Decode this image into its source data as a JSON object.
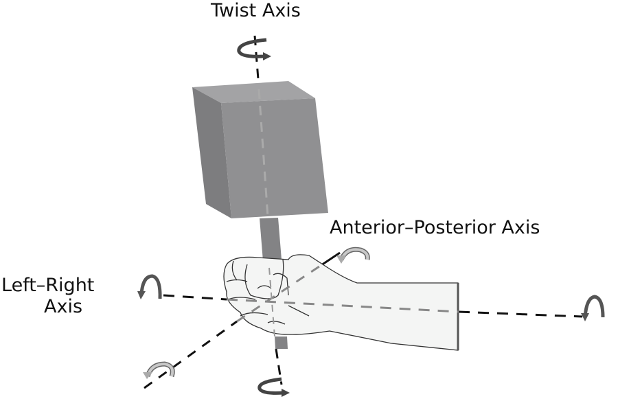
{
  "labels": {
    "twist": "Twist Axis",
    "anterior_posterior": "Anterior–Posterior Axis",
    "left_right_line1": "Left–Right",
    "left_right_line2": "Axis"
  },
  "colors": {
    "axis": "#111111",
    "hidden_axis": "#888888",
    "box_front": "#8f8f91",
    "box_top": "#a3a3a5",
    "box_side": "#7d7d7f",
    "hand_fill": "#f4f5f4",
    "arrow_light": "#b5b5b5",
    "arrow_dark": "#444444"
  }
}
